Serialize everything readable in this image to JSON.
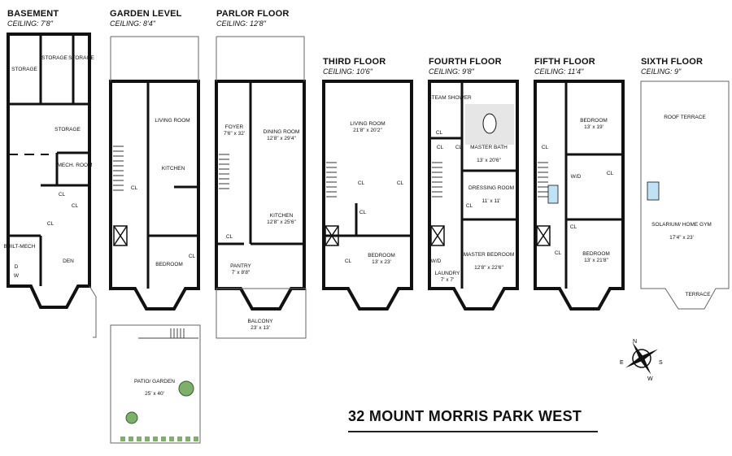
{
  "floors": [
    {
      "name": "BASEMENT",
      "ceiling": "CEILING: 7'8\"",
      "rooms": [
        "STORAGE",
        "STORAGE",
        "STORAGE",
        "STORAGE",
        "MECH. ROOM",
        "DEN",
        "BUILT-MECH",
        "CL",
        "CL",
        "CL",
        "W",
        "D"
      ]
    },
    {
      "name": "GARDEN LEVEL",
      "ceiling": "CEILING: 8'4\"",
      "rooms": [
        "LIVING ROOM",
        "KITCHEN",
        "BEDROOM",
        "PATIO/ GARDEN",
        "25' x 40'",
        "CL",
        "CL"
      ]
    },
    {
      "name": "PARLOR FLOOR",
      "ceiling": "CEILING: 12'8\"",
      "rooms": [
        "FOYER",
        "7'6\" x 32'",
        "DINING ROOM",
        "12'8\" x 29'4\"",
        "KITCHEN",
        "12'8\" x 25'6\"",
        "PANTRY",
        "7' x 8'8\"",
        "BALCONY",
        "23' x 13'",
        "CL"
      ]
    },
    {
      "name": "THIRD FLOOR",
      "ceiling": "CEILING: 10'6\"",
      "rooms": [
        "LIVING ROOM",
        "21'8\" x 20'2\"",
        "BEDROOM",
        "13' x 23'",
        "CL",
        "CL",
        "CL",
        "CL"
      ]
    },
    {
      "name": "FOURTH FLOOR",
      "ceiling": "CEILING: 9'8\"",
      "rooms": [
        "STEAM SHOWER",
        "MASTER BATH",
        "13' x 20'6\"",
        "DRESSING ROOM",
        "11' x 11'",
        "MASTER BEDROOM",
        "12'8\" x 22'6\"",
        "LAUNDRY",
        "7' x 7'",
        "CL",
        "CL",
        "CL",
        "CL",
        "W/D"
      ]
    },
    {
      "name": "FIFTH FLOOR",
      "ceiling": "CEILING: 11'4\"",
      "rooms": [
        "BEDROOM",
        "13' x 19'",
        "BEDROOM",
        "13' x 21'8\"",
        "CL",
        "CL",
        "CL",
        "CL",
        "W/D"
      ]
    },
    {
      "name": "SIXTH FLOOR",
      "ceiling": "CEILING: 9\"",
      "rooms": [
        "ROOF TERRACE",
        "SOLARIUM/ HOME GYM",
        "17'4\" x 23'",
        "TERRACE"
      ]
    }
  ],
  "address": "32 MOUNT MORRIS PARK WEST",
  "compass": {
    "n": "N",
    "s": "S",
    "e": "E",
    "w": "W",
    "icon": "compass-rose-icon"
  },
  "colors": {
    "wall": "#111111",
    "floor_fill": "#e6e6e6",
    "water": "#bfe3f5",
    "planting": "#7fb069"
  }
}
